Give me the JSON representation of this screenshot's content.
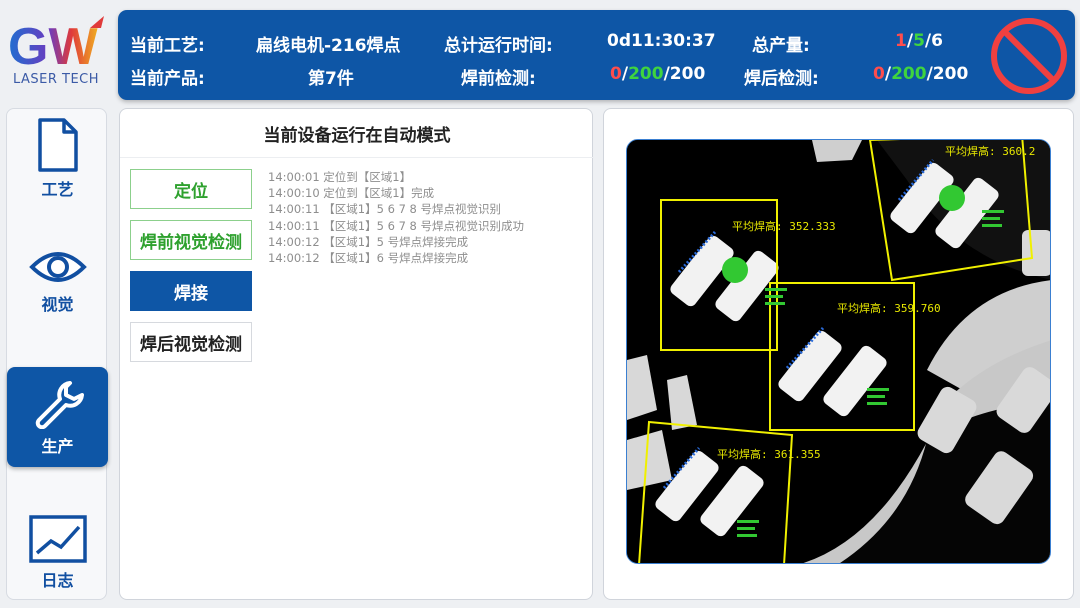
{
  "logo": {
    "letters": "GW",
    "subtitle": "LASER TECH"
  },
  "header": {
    "process_label": "当前工艺:",
    "process_value": "扁线电机-216焊点",
    "runtime_label": "总计运行时间:",
    "runtime_value": "0d11:30:37",
    "output_label": "总产量:",
    "output": {
      "a": "1",
      "b": "5",
      "c": "6",
      "sep": "/"
    },
    "product_label": "当前产品:",
    "product_value": "第7件",
    "pre_label": "焊前检测:",
    "pre": {
      "a": "0",
      "b": "200",
      "c": "200",
      "sep": "/"
    },
    "post_label": "焊后检测:",
    "post": {
      "a": "0",
      "b": "200",
      "c": "200",
      "sep": "/"
    },
    "stop_icon": "no-entry-icon"
  },
  "sidebar": {
    "items": [
      {
        "label": "工艺",
        "icon": "document-icon"
      },
      {
        "label": "视觉",
        "icon": "eye-icon"
      },
      {
        "label": "生产",
        "icon": "wrench-icon"
      },
      {
        "label": "日志",
        "icon": "chart-icon"
      }
    ],
    "active": "生产"
  },
  "main": {
    "mode_title": "当前设备运行在自动模式",
    "steps": [
      {
        "label": "定位",
        "state": "done"
      },
      {
        "label": "焊前视觉检测",
        "state": "done"
      },
      {
        "label": "焊接",
        "state": "current"
      },
      {
        "label": "焊后视觉检测",
        "state": "pending"
      }
    ],
    "log": [
      "14:00:01 定位到【区域1】",
      "14:00:10 定位到【区域1】完成",
      "14:00:11 【区域1】5 6 7 8 号焊点视觉识别",
      "14:00:11 【区域1】5 6 7 8 号焊点视觉识别成功",
      "14:00:12 【区域1】5 号焊点焊接完成",
      "14:00:12 【区域1】6 号焊点焊接完成"
    ]
  },
  "vision": {
    "overlay_labels": [
      "平均焊高: 352.333",
      "平均焊高: 360.2",
      "平均焊高: 359.760",
      "平均焊高: 361.355"
    ],
    "colors": {
      "frame": "#f0f000",
      "marker": "#32c832",
      "text": "#e8e800",
      "edge": "#2aa02a"
    }
  },
  "colors": {
    "primary": "#0e56a6",
    "done": "#2ea12e",
    "red": "#ff4d4d",
    "green": "#3fd43f"
  }
}
